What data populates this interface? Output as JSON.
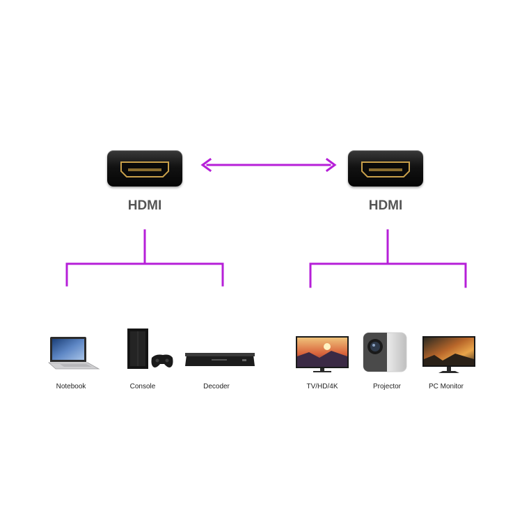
{
  "connectors": [
    {
      "label": "HDMI"
    },
    {
      "label": "HDMI"
    }
  ],
  "devices": [
    {
      "label": "Notebook",
      "icon": "laptop-icon"
    },
    {
      "label": "Console",
      "icon": "game-console-icon"
    },
    {
      "label": "Decoder",
      "icon": "set-top-box-icon"
    },
    {
      "label": "TV/HD/4K",
      "icon": "television-icon"
    },
    {
      "label": "Projector",
      "icon": "projector-icon"
    },
    {
      "label": "PC Monitor",
      "icon": "monitor-icon"
    }
  ],
  "colors": {
    "connector_line": "#b61fd8",
    "port_gold": "#c9a04a",
    "label_gray": "#555555"
  }
}
